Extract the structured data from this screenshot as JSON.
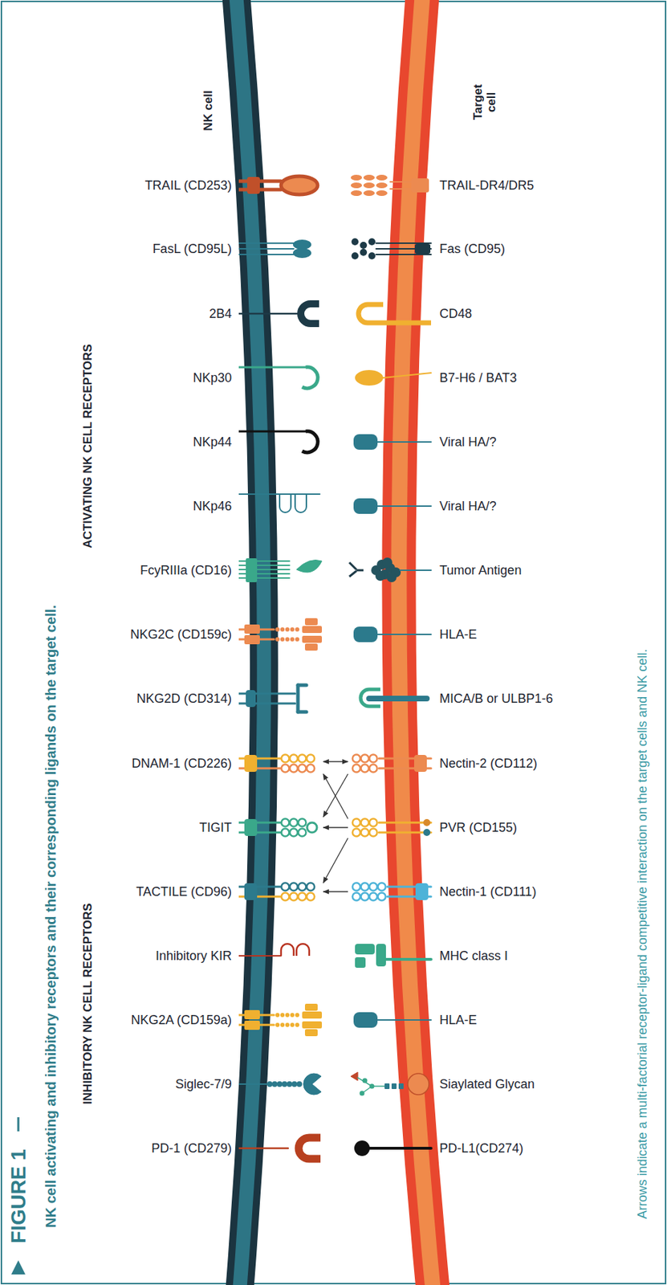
{
  "diagram": {
    "title": "NK cell activating and inhibitory receptors and their corresponding ligands on the target cell.",
    "caption": "Arrows indicate a multi-factorial receptor-ligand competitive interaction on the target cells and NK cell.",
    "nodes": [
      {
        "text": [
          "TRAIL (CD253)"
        ]
      },
      {
        "text": [
          "TRAIL-DR4/DR5"
        ]
      },
      {
        "text": [
          "FasL (CD95L)"
        ]
      },
      {
        "text": [
          "Fas (CD95)"
        ]
      },
      {
        "text": [
          "2B4"
        ]
      },
      {
        "text": [
          "CD48"
        ]
      },
      {
        "text": [
          "NKp30"
        ]
      },
      {
        "text": [
          "B7-H6 / BAT3"
        ]
      },
      {
        "text": [
          "NKp44"
        ]
      },
      {
        "text": [
          "Viral HA/?"
        ]
      },
      {
        "text": [
          "NKp46"
        ]
      },
      {
        "text": [
          "Viral HA/?"
        ]
      },
      {
        "text": [
          "FcyRIIIa (CD16)"
        ]
      },
      {
        "text": [
          "Tumor Antigen"
        ]
      },
      {
        "text": [
          "NKG2C (CD159c)"
        ]
      },
      {
        "text": [
          "HLA-E"
        ]
      },
      {
        "text": [
          "NKG2D (CD314)"
        ]
      },
      {
        "text": [
          "MICA/B or ULBP1-6"
        ]
      },
      {
        "text": [
          "DNAM-1 (CD226)"
        ]
      },
      {
        "text": [
          "Nectin-2 (CD112)"
        ]
      },
      {
        "text": [
          "TIGIT"
        ]
      },
      {
        "text": [
          "PVR (CD155)"
        ]
      },
      {
        "text": [
          "TACTILE (CD96)"
        ]
      },
      {
        "text": [
          "Nectin-1 (CD111)"
        ]
      },
      {
        "text": [
          "Inhibitory KIR"
        ]
      },
      {
        "text": [
          "MHC class I"
        ]
      },
      {
        "text": [
          "NKG2A (CD159a)"
        ]
      },
      {
        "text": [
          "HLA-E"
        ]
      },
      {
        "text": [
          "Siglec-7/9"
        ]
      },
      {
        "text": [
          "Siaylated Glycan"
        ]
      },
      {
        "text": [
          "PD-1 (CD279)"
        ]
      },
      {
        "text": [
          "PD-L1(CD274)"
        ]
      }
    ],
    "edges": [
      {
        "from": 18,
        "to": 19,
        "arrow": "both"
      },
      {
        "from": 21,
        "to": 18,
        "arrow": "to"
      },
      {
        "from": 19,
        "to": 20,
        "arrow": "to"
      },
      {
        "from": 21,
        "to": 20,
        "arrow": "to"
      },
      {
        "from": 21,
        "to": 22,
        "arrow": "to"
      },
      {
        "from": 23,
        "to": 22,
        "arrow": "to"
      }
    ],
    "labels": [
      "FIGURE 1",
      "NK cell",
      "Target cell",
      "ACTIVATING NK CELL RECEPTORS",
      "INHIBITORY NK CELL RECEPTORS"
    ]
  }
}
